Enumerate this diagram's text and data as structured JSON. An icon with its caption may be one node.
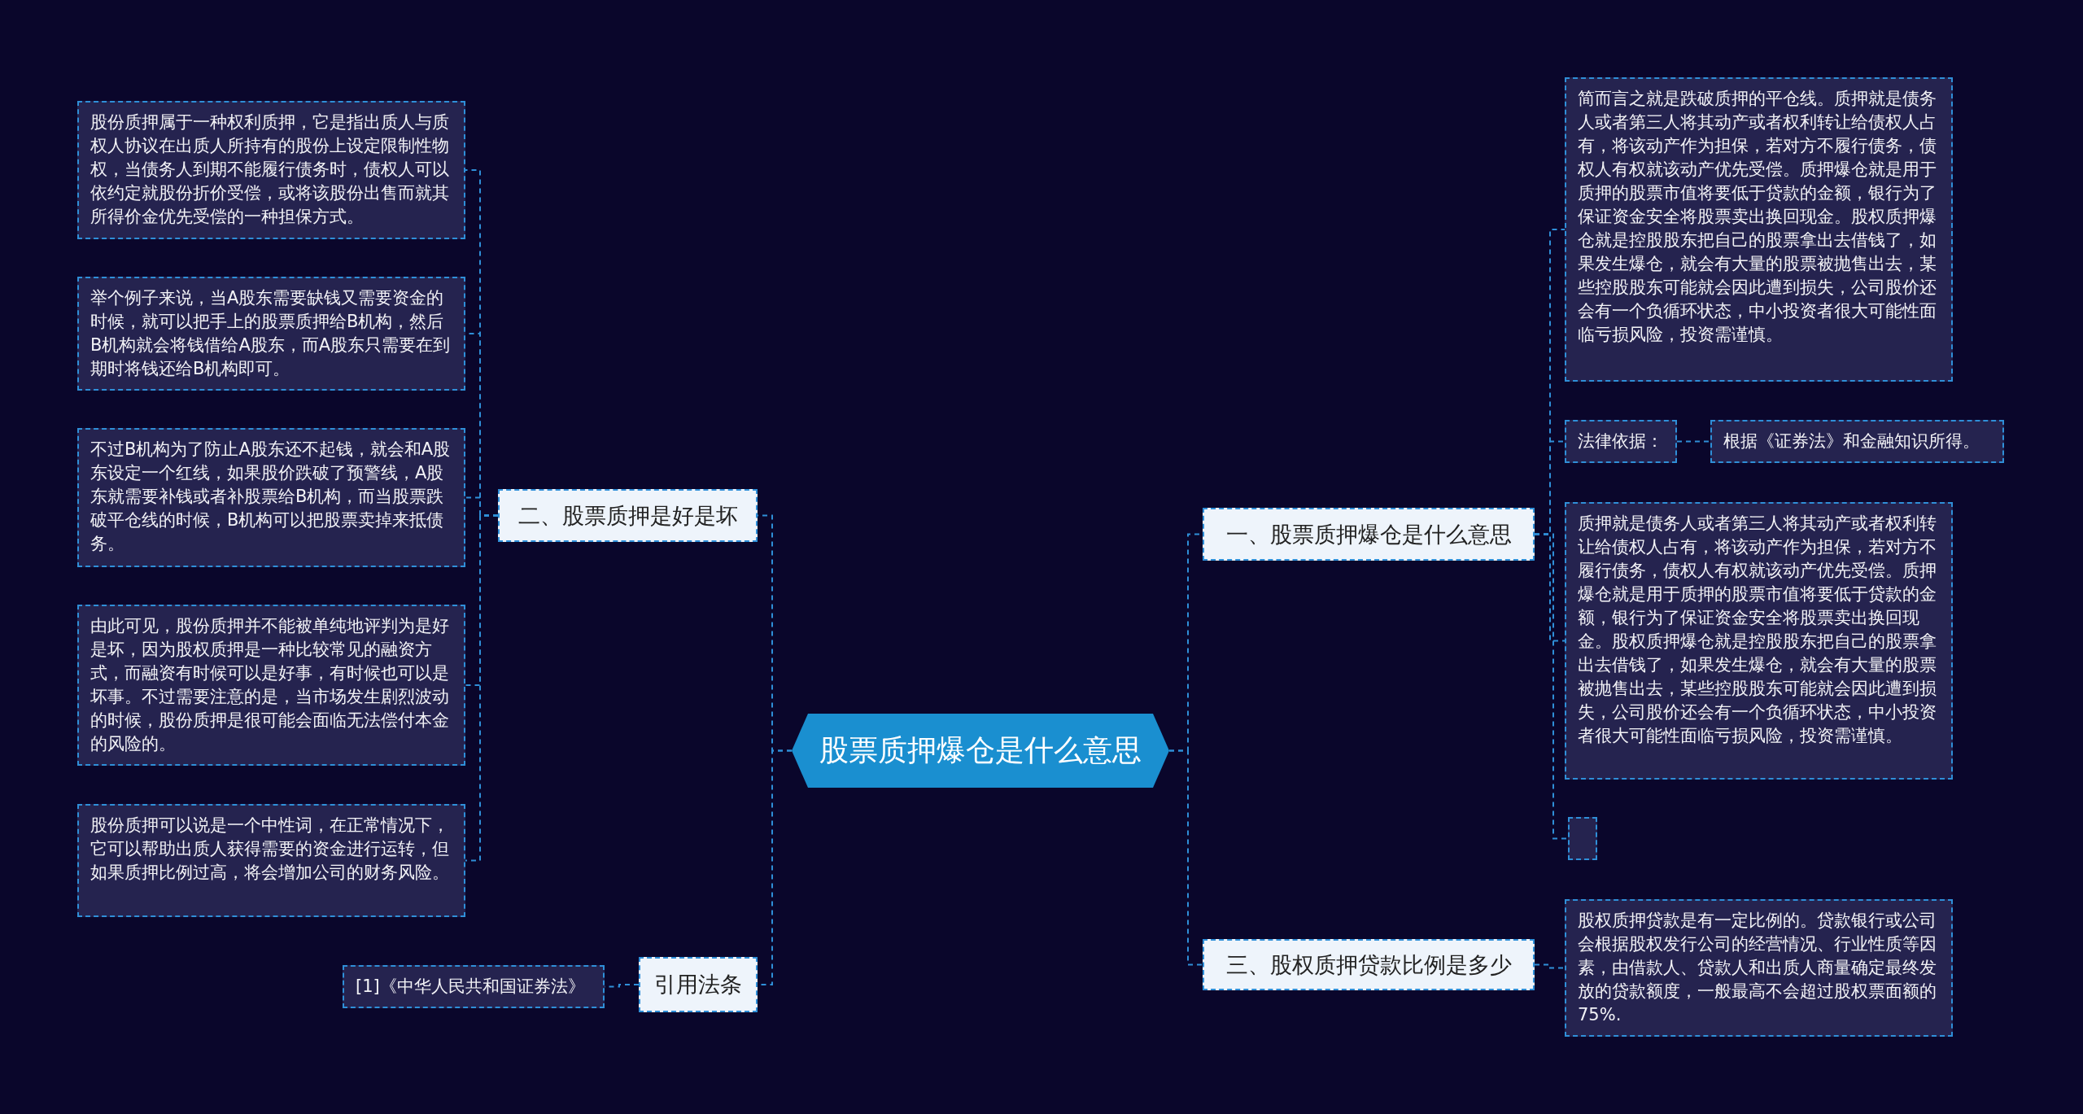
{
  "diagram": {
    "nodes": [
      {
        "text": [
          "股票质押爆仓是什么意思"
        ]
      },
      {
        "text": [
          "一、股票质押爆仓是什么意思"
        ]
      },
      {
        "text": [
          "简而言之就是跌破质押的平仓线。质押就是债务人或者第三人将其动产或者权利转让给债权人占有，将该动产作为担保，若对方不履行债务，债权人有权就该动产优先受偿。质押爆仓就是用于质押的股票市值将要低于贷款的金额，银行为了保证资金安全将股票卖出换回现金。股权质押爆仓就是控股股东把自己的股票拿出去借钱了，如果发生爆仓，就会有大量的股票被抛售出去，某些控股股东可能就会因此遭到损失，公司股价还会有一个负循环状态，中小投资者很大可能性面临亏损风险，投资需谨慎。"
        ]
      },
      {
        "text": [
          "法律依据："
        ]
      },
      {
        "text": [
          "根据《证券法》和金融知识所得。"
        ]
      },
      {
        "text": [
          "质押就是债务人或者第三人将其动产或者权利转让给债权人占有，将该动产作为担保，若对方不履行债务，债权人有权就该动产优先受偿。质押爆仓就是用于质押的股票市值将要低于贷款的金额，银行为了保证资金安全将股票卖出换回现金。股权质押爆仓就是控股股东把自己的股票拿出去借钱了，如果发生爆仓，就会有大量的股票被抛售出去，某些控股股东可能就会因此遭到损失，公司股价还会有一个负循环状态，中小投资者很大可能性面临亏损风险，投资需谨慎。"
        ]
      },
      {
        "text": [],
        "shape": "box"
      },
      {
        "text": [
          "三、股权质押贷款比例是多少"
        ]
      },
      {
        "text": [
          "股权质押贷款是有一定比例的。贷款银行或公司会根据股权发行公司的经营情况、行业性质等因素，由借款人、贷款人和出质人商量确定最终发放的贷款额度，一般最高不会超过股权票面额的75%."
        ]
      },
      {
        "text": [
          "二、股票质押是好是坏"
        ]
      },
      {
        "text": [
          "股份质押属于一种权利质押，它是指出质人与质权人协议在出质人所持有的股份上设定限制性物权，当债务人到期不能履行债务时，债权人可以依约定就股份折价受偿，或将该股份出售而就其所得价金优先受偿的一种担保方式。"
        ]
      },
      {
        "text": [
          "举个例子来说，当A股东需要缺钱又需要资金的时候，就可以把手上的股票质押给B机构，然后B机构就会将钱借给A股东，而A股东只需要在到期时将钱还给B机构即可。"
        ]
      },
      {
        "text": [
          "不过B机构为了防止A股东还不起钱，就会和A股东设定一个红线，如果股价跌破了预警线，A股东就需要补钱或者补股票给B机构，而当股票跌破平仓线的时候，B机构可以把股票卖掉来抵债务。"
        ]
      },
      {
        "text": [
          "由此可见，股份质押并不能被单纯地评判为是好是坏，因为股权质押是一种比较常见的融资方式，而融资有时候可以是好事，有时候也可以是坏事。不过需要注意的是，当市场发生剧烈波动的时候，股份质押是很可能会面临无法偿付本金的风险的。"
        ]
      },
      {
        "text": [
          "股份质押可以说是一个中性词，在正常情况下，它可以帮助出质人获得需要的资金进行运转，但如果质押比例过高，将会增加公司的财务风险。"
        ]
      },
      {
        "text": [
          "引用法条"
        ]
      },
      {
        "text": [
          "[1]《中华人民共和国证券法》"
        ]
      }
    ],
    "edges": [
      {
        "from": 0,
        "to": 1,
        "arrow": "none"
      },
      {
        "from": 1,
        "to": 2,
        "arrow": "none"
      },
      {
        "from": 1,
        "to": 3,
        "arrow": "none"
      },
      {
        "from": 3,
        "to": 4,
        "arrow": "none"
      },
      {
        "from": 1,
        "to": 5,
        "arrow": "none"
      },
      {
        "from": 1,
        "to": 6,
        "arrow": "none"
      },
      {
        "from": 0,
        "to": 7,
        "arrow": "none"
      },
      {
        "from": 7,
        "to": 8,
        "arrow": "none"
      },
      {
        "from": 0,
        "to": 9,
        "arrow": "none"
      },
      {
        "from": 9,
        "to": 10,
        "arrow": "none"
      },
      {
        "from": 9,
        "to": 11,
        "arrow": "none"
      },
      {
        "from": 9,
        "to": 12,
        "arrow": "none"
      },
      {
        "from": 9,
        "to": 13,
        "arrow": "none"
      },
      {
        "from": 9,
        "to": 14,
        "arrow": "none"
      },
      {
        "from": 0,
        "to": 15,
        "arrow": "none"
      },
      {
        "from": 15,
        "to": 16,
        "arrow": "none"
      }
    ]
  }
}
